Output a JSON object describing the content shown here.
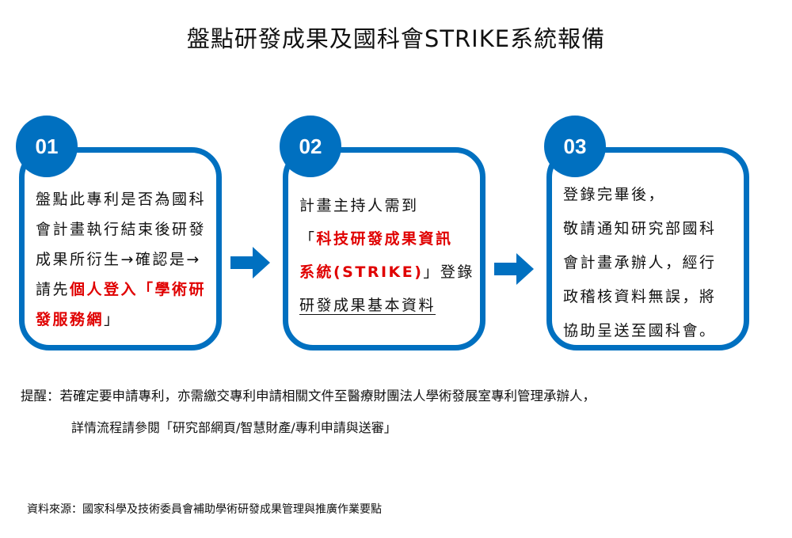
{
  "title": "盤點研發成果及國科會STRIKE系統報備",
  "steps": [
    {
      "number": "01",
      "lines": [
        "盤點此專利是否為國科",
        "會計畫執行結束後研發",
        "成果所衍生→確認是→"
      ],
      "line4_plain": "請先",
      "line4_red": "個人登入「學術研",
      "line5_red": "發服務網",
      "line5_plain": "」"
    },
    {
      "number": "02",
      "line1": "計畫主持人需到",
      "line2_plain": "「",
      "line2_red": "科技研發成果資訊",
      "line3_red": "系統(STRIKE)",
      "line3_plain": "」登錄",
      "line4_underlined": "研發成果基本資料"
    },
    {
      "number": "03",
      "lines": [
        "登錄完畢後，",
        "敬請通知研究部國科",
        "會計畫承辦人，經行",
        "政稽核資料無誤，將",
        "協助呈送至國科會。"
      ]
    }
  ],
  "reminder": {
    "line1": "提醒：若確定要申請專利，亦需繳交專利申請相關文件至醫療財團法人學術發展室專利管理承辦人，",
    "line2": "詳情流程請參閱「研究部網頁/智慧財產/專利申請與送審」"
  },
  "source": "資料來源：國家科學及技術委員會補助學術研發成果管理與推廣作業要點",
  "colors": {
    "accent": "#0070c0",
    "highlight": "#e00000"
  }
}
